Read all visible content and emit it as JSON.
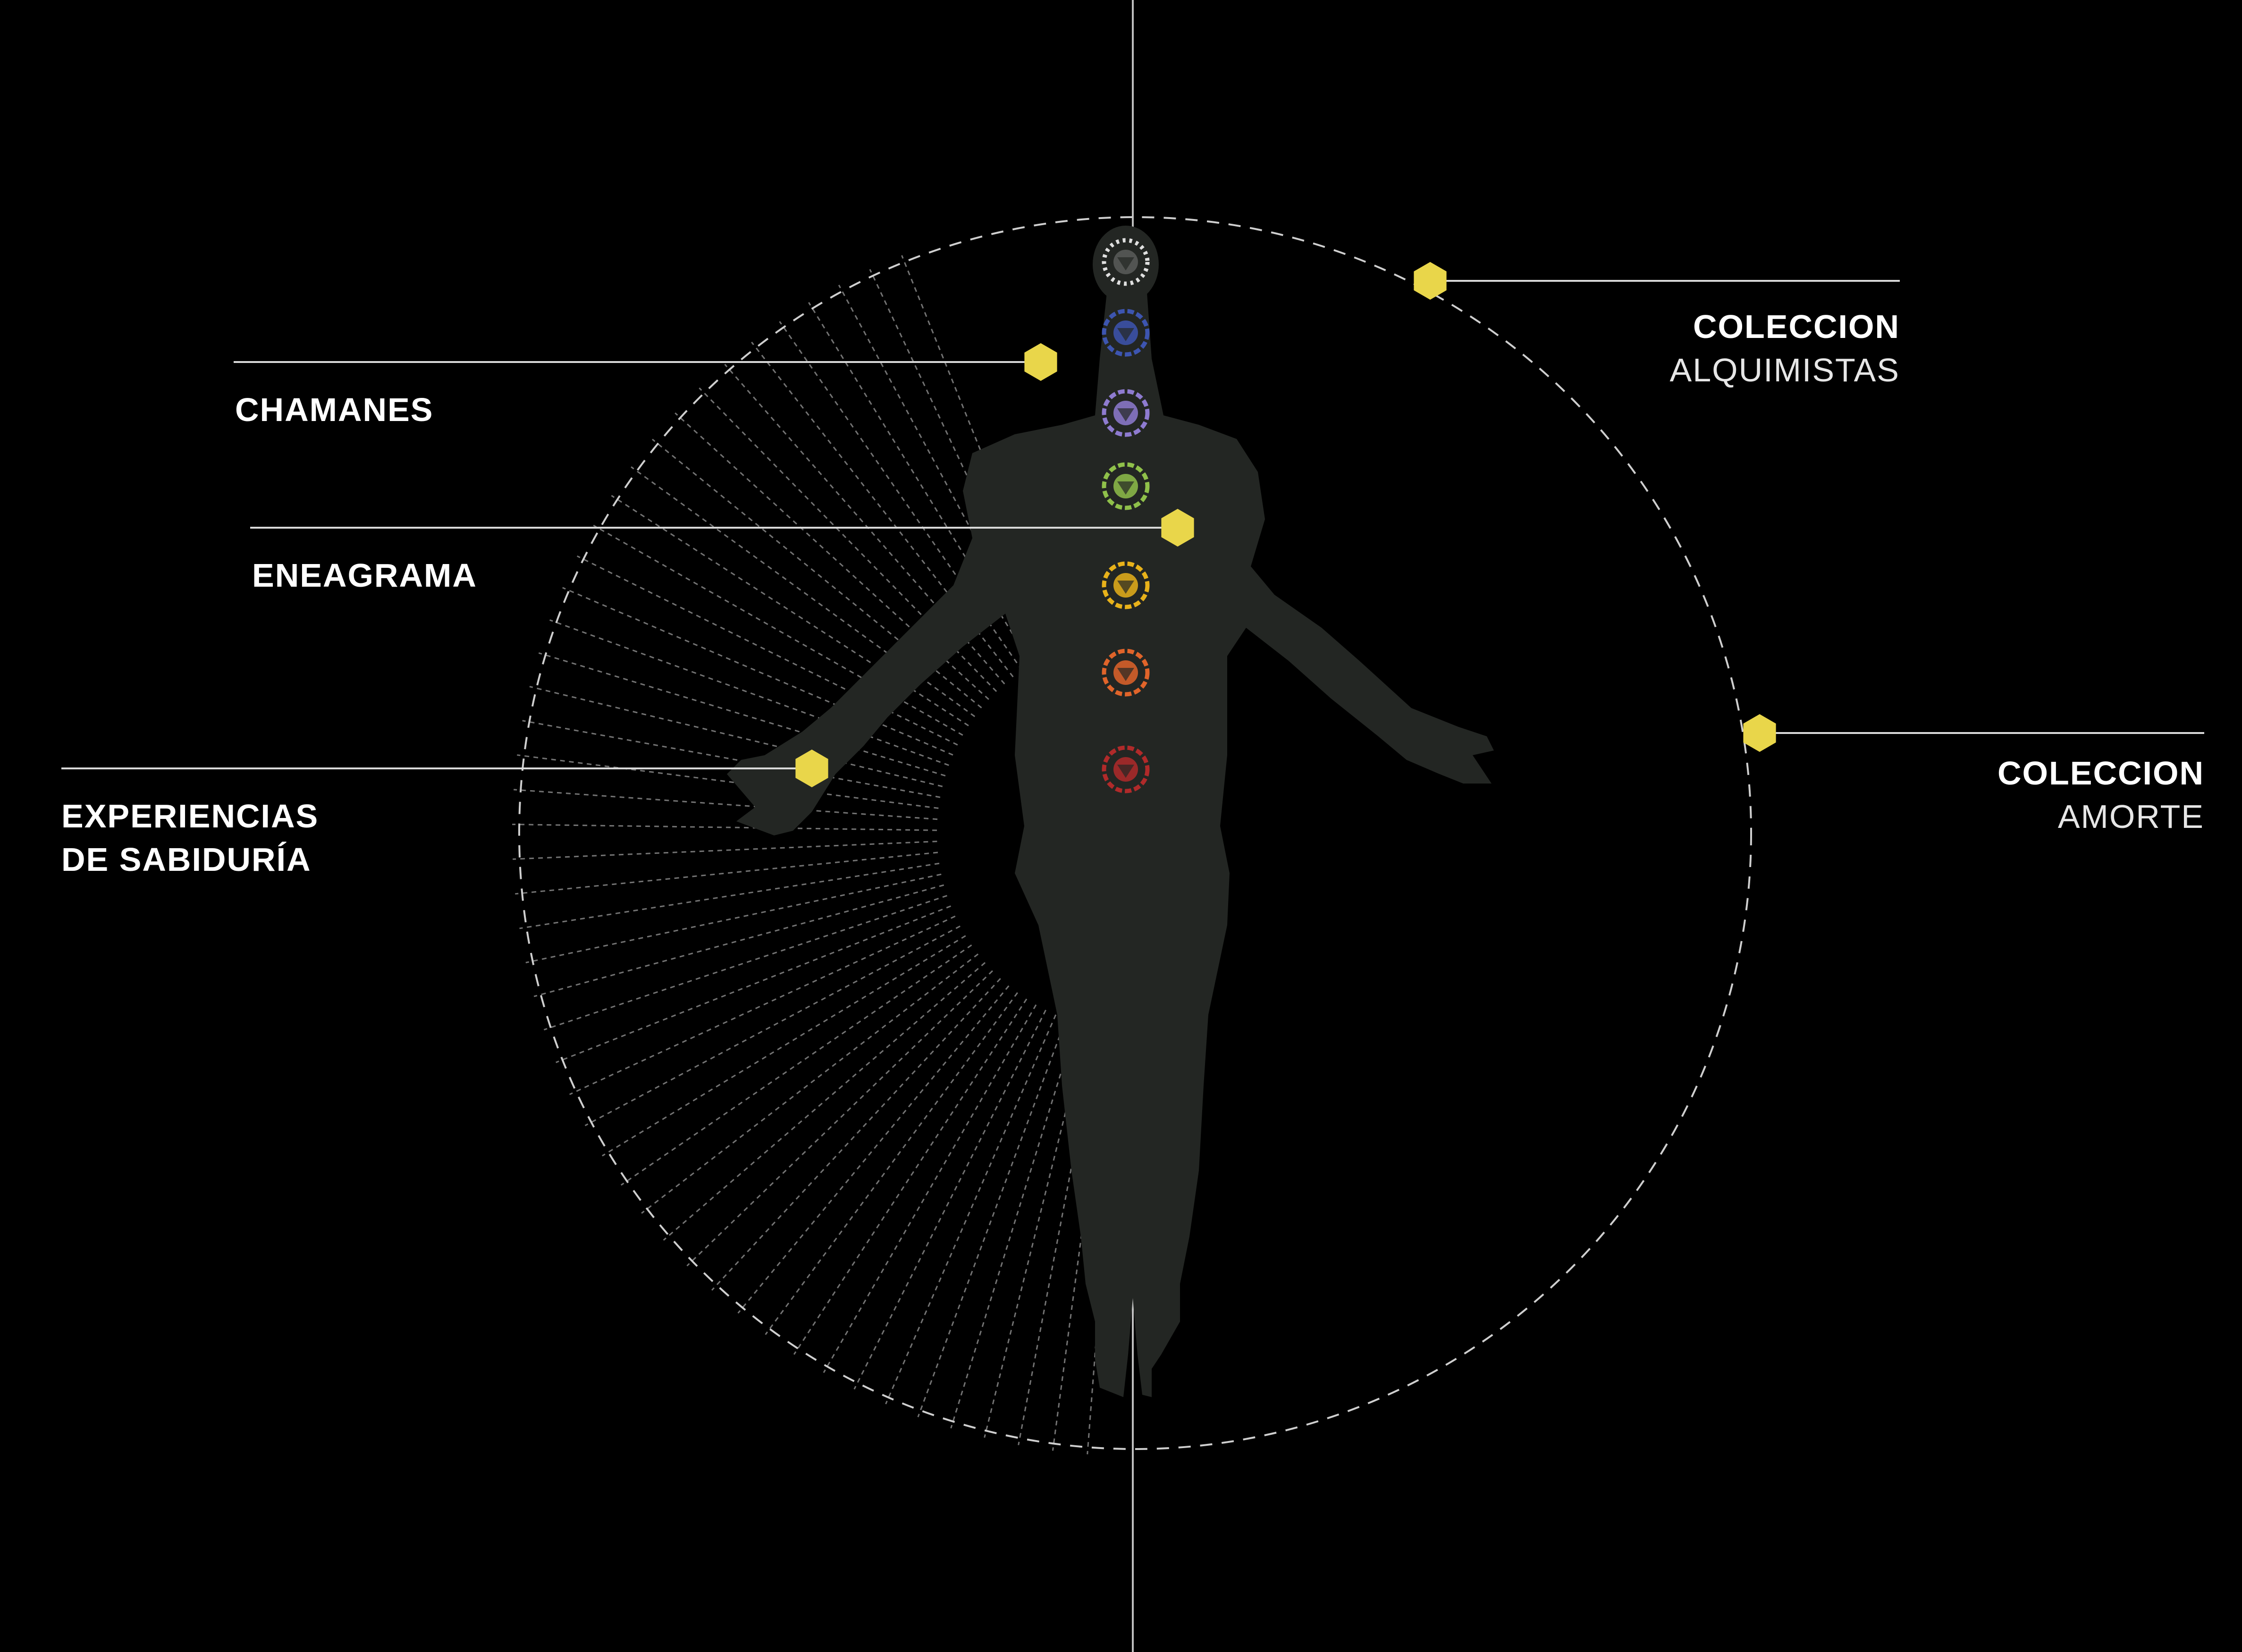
{
  "colors": {
    "background": "#000000",
    "accent": "#e9d64a",
    "body": "#232623",
    "line": "#ffffff"
  },
  "labels": {
    "chamanes": "CHAMANES",
    "eneagrama": "ENEAGRAMA",
    "experiencias_line1": "EXPERIENCIAS",
    "experiencias_line2": "DE SABIDURÍA",
    "alquimistas_title": "COLECCION",
    "alquimistas_sub": "ALQUIMISTAS",
    "amorte_title": "COLECCION",
    "amorte_sub": "AMORTE"
  },
  "chakras": [
    {
      "name": "crown-chakra-icon",
      "color": "#e0e0e0"
    },
    {
      "name": "third-eye-chakra-icon",
      "color": "#3d55b0"
    },
    {
      "name": "throat-chakra-icon",
      "color": "#8e7bd0"
    },
    {
      "name": "heart-chakra-icon",
      "color": "#8fc04a"
    },
    {
      "name": "solar-plexus-chakra-icon",
      "color": "#e8b21a"
    },
    {
      "name": "sacral-chakra-icon",
      "color": "#e0642a"
    },
    {
      "name": "root-chakra-icon",
      "color": "#b02a2a"
    }
  ]
}
